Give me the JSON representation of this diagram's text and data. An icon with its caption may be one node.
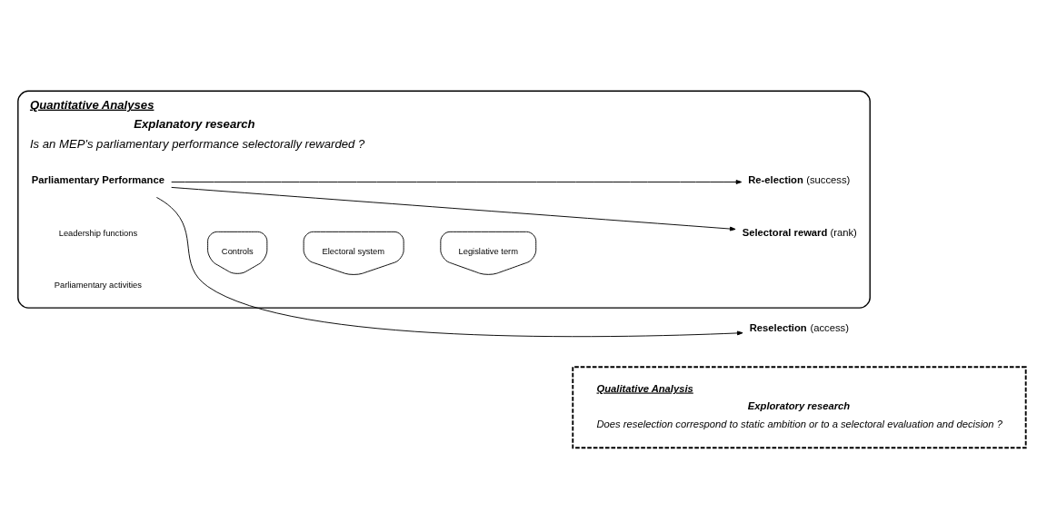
{
  "diagram": {
    "nodes": [
      {
        "text": [
          "Qualitative Analysis",
          "Exploratory research",
          "Does reselection correspond to static ambition or to a selectoral evaluation and decision ?"
        ]
      },
      {
        "text": [
          "Quantitative Analyses",
          "Explanatory research",
          "Is an MEP's parliamentary performance selectorally rewarded ?"
        ]
      },
      {
        "text": [
          "Parliamentary Performance"
        ],
        "in": 1
      },
      {
        "text": [
          "Controls"
        ],
        "in": 1
      },
      {
        "text": [
          "Electoral system"
        ],
        "in": 1
      },
      {
        "text": [
          "Legislative term"
        ],
        "in": 1
      },
      {
        "text": [
          "**Reselection** (access)"
        ]
      },
      {
        "text": [
          "**Selectoral reward** (rank)"
        ],
        "in": 1
      },
      {
        "text": [
          "**Re-election** (success)"
        ],
        "in": 1
      }
    ],
    "edges": [
      {
        "from": 2,
        "to": 6,
        "arrow": "to"
      },
      {
        "from": 2,
        "to": 7,
        "arrow": "to"
      },
      {
        "from": 2,
        "to": 8,
        "arrow": "to"
      }
    ],
    "labels": [
      "Parliamentary activities",
      "Leadership functions"
    ]
  }
}
